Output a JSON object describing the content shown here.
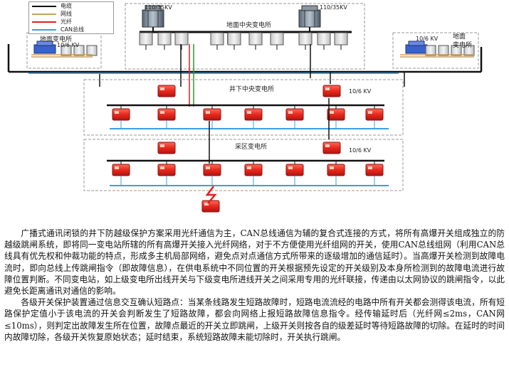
{
  "legend": [
    {
      "label": "电缆",
      "color": "#111111"
    },
    {
      "label": "网线",
      "color": "#c8a060"
    },
    {
      "label": "光纤",
      "color": "#e02020"
    },
    {
      "label": "CAN总线",
      "color": "#3aa0e0"
    }
  ],
  "labels": {
    "ground_central": "地面中央变电所",
    "ground_left": "地面变电所",
    "ground_right": "地面\n变电所",
    "underground_central": "井下中央变电所",
    "mining_area": "采区变电所",
    "v110_left": "110/35KV",
    "v110_right": "110/35KV",
    "v10_left": "10/6 KV",
    "v10_right": "10/6 KV",
    "v10_under": "10/6 KV",
    "v10_mining": "10/6 KV"
  },
  "paragraphs": [
    "广播式通讯闭锁的井下防越级保护方案采用光纤通信为主，CAN总线通信为辅的复合式连接的方式，将所有高爆开关组成独立的防越级跳闸系统，即将同一变电站所辖的所有高爆开关接入光纤网络，对于不方便使用光纤组网的开关，使用CAN总线组网（利用CAN总线具有优先权和仲裁功能的特点，形成多主机局部网络，避免点对点通信方式所带来的逐级增加的通信延时）。当高爆开关检测到故障电流时，即向总线上传跳闸指令（即故障信息），在供电系统中不同位置的开关根据预先设定的开关级别及本身所检测到的故障电流进行故障位置判断。不同变电站，如上级变电所出线开关与下级变电所进线开关之间采用专用的光纤联接，传递由以太网协议的跳闸指令，以此避免长距离通讯对通信的影响。",
    "各级开关保护装置通过信息交互确认短路点：当某条线路发生短路故障时，短路电流流经的电路中所有开关都会测得该电流，所有短路保护定值小于该电流的开关会判断发生了短路故障，都会向网络上报短路故障信息指令。经传输延时后（光纤网≤2ms，CAN网≤10ms），则判定出故障发生所在位置，故障点最近的开关立即跳闸，上级开关则按各自的级差延时等待短路故障的切除。在延时的时间内故障切除，各级开关恢复原始状态；延时结束，系统短路故障未能切除时，开关执行跳闸。"
  ]
}
